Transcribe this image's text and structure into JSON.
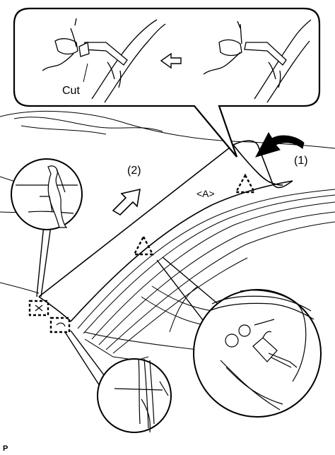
{
  "callout_top": {
    "cut_label": "Cut",
    "direction_arrow": "left-arrow-icon"
  },
  "steps": {
    "step1": "(1)",
    "step2": "(2)"
  },
  "view_label": "<A>",
  "corner_mark": "P",
  "icons": {
    "triangle_marker": "dashed-triangle-icon",
    "square_marker": "dashed-square-clip-icon",
    "push_arrow": "curved-arrow-icon",
    "pull_arrow": "outline-arrow-icon"
  }
}
